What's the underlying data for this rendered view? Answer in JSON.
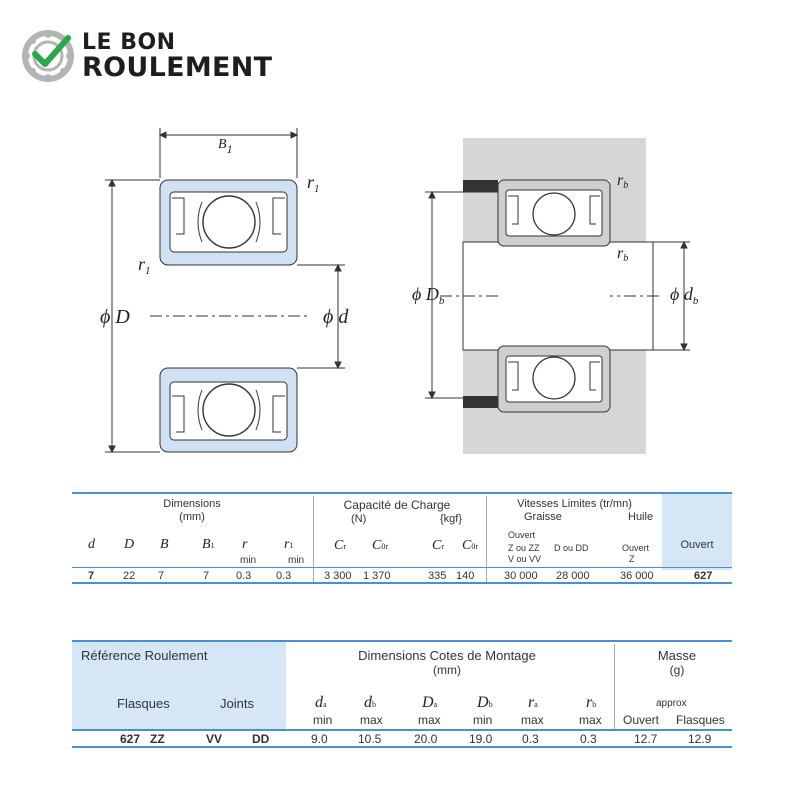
{
  "brand": {
    "line1": "LE BON",
    "line2": "ROULEMENT",
    "accent": "#2aa84a"
  },
  "drawing_labels": {
    "b1": "B",
    "b1_sub": "1",
    "r1_top": "r",
    "r1_top_sub": "1",
    "r1_left": "r",
    "r1_left_sub": "1",
    "D": "ϕ D",
    "d": "ϕ d",
    "rb_top": "r",
    "rb_top_sub": "b",
    "rb_mid": "r",
    "rb_mid_sub": "b",
    "Db": "ϕ D",
    "Db_sub": "b",
    "db": "ϕ d",
    "db_sub": "b"
  },
  "table1": {
    "group_dimensions": "Dimensions",
    "group_dimensions_unit": "(mm)",
    "group_capacity": "Capacité de Charge",
    "unit_N": "(N)",
    "unit_kgf": "{kgf}",
    "group_speed": "Vitesses Limites (tr/mn)",
    "grease": "Graisse",
    "oil": "Huile",
    "ouvert_col": "Ouvert",
    "headers": {
      "d": "d",
      "D": "D",
      "B": "B",
      "B1": "B",
      "B1_sub": "1",
      "r": "r",
      "r_min": "min",
      "r1": "r",
      "r1_sub": "1",
      "r1_min": "min",
      "Cr": "C",
      "Cr_sub": "r",
      "C0r": "C",
      "C0r_sub": "0r",
      "Cr2": "C",
      "Cr2_sub": "r",
      "C0r2": "C",
      "C0r2_sub": "0r",
      "open_zz_1": "Ouvert",
      "open_zz_2": "Z ou ZZ",
      "open_zz_3": "V ou VV",
      "d_ou_dd": "D ou DD",
      "oil_open": "Ouvert",
      "oil_z": "Z"
    },
    "row": {
      "d": "7",
      "D": "22",
      "B": "7",
      "B1": "7",
      "r": "0.3",
      "r1": "0.3",
      "Cr": "3 300",
      "C0r": "1 370",
      "Cr_kgf": "335",
      "C0r_kgf": "140",
      "speed_grease_open": "30 000",
      "speed_grease_dd": "28 000",
      "speed_oil": "36 000",
      "ref": "627"
    }
  },
  "table2": {
    "ref_title": "Référence Roulement",
    "flasques": "Flasques",
    "joints": "Joints",
    "montage_title": "Dimensions Cotes de Montage",
    "montage_unit": "(mm)",
    "masse_title": "Masse",
    "masse_unit": "(g)",
    "approx": "approx",
    "masse_open": "Ouvert",
    "masse_flasques": "Flasques",
    "headers": {
      "da": "d",
      "da_sub": "a",
      "da_q": "min",
      "db": "d",
      "db_sub": "b",
      "db_q": "max",
      "Da": "D",
      "Da_sub": "a",
      "Da_q": "max",
      "Db": "D",
      "Db_sub": "b",
      "Db_q": "min",
      "ra": "r",
      "ra_sub": "a",
      "ra_q": "max",
      "rb": "r",
      "rb_sub": "b",
      "rb_q": "max"
    },
    "row": {
      "ref": "627",
      "zz": "ZZ",
      "vv": "VV",
      "dd": "DD",
      "da": "9.0",
      "db": "10.5",
      "Da": "20.0",
      "Db": "19.0",
      "ra": "0.3",
      "rb": "0.3",
      "m_open": "12.7",
      "m_flasques": "12.9"
    }
  }
}
